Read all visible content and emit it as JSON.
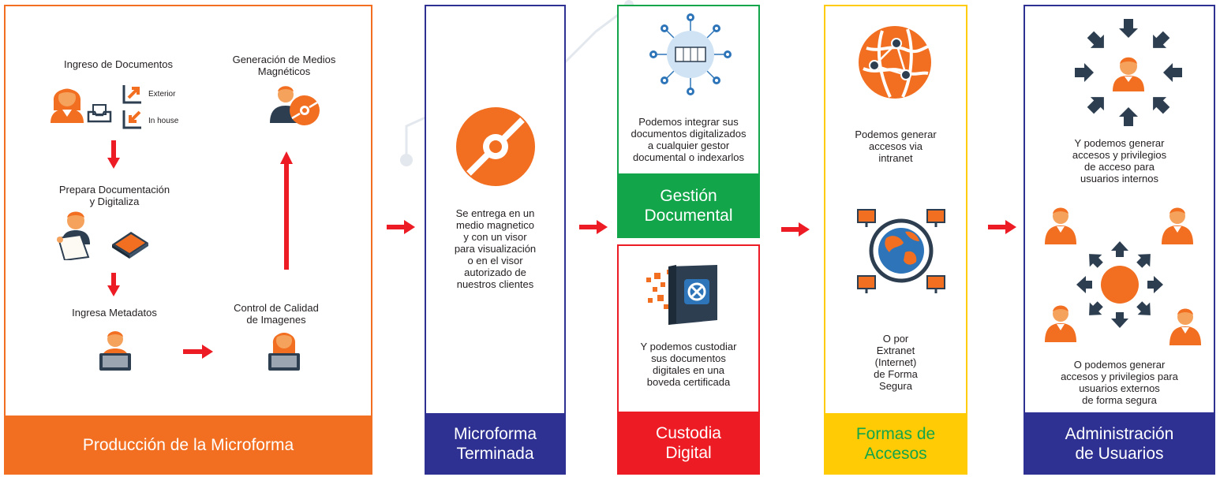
{
  "colors": {
    "orange": "#f26f21",
    "navy": "#2e3192",
    "green": "#13a54a",
    "red": "#ed1c24",
    "yellow": "#ffcb05",
    "skin": "#f5a25d",
    "icon_blue": "#2d75b8"
  },
  "produccion": {
    "title": "Producción de la Microforma",
    "ingreso_label": "Ingreso de Documentos",
    "exterior_label": "Exterior",
    "inhouse_label": "In house",
    "prepara_label": "Prepara Documentación\ny Digitaliza",
    "metadatos_label": "Ingresa Metadatos",
    "control_label": "Control de Calidad\nde Imagenes",
    "generacion_label": "Generación de Medios\nMagnéticos"
  },
  "microforma": {
    "title": "Microforma\nTerminada",
    "text": "Se entrega en un\nmedio magnetico\ny con un visor\npara visualización\no en el visor\nautorizado de\nnuestros clientes"
  },
  "gestion": {
    "title": "Gestión\nDocumental",
    "text": "Podemos integrar sus\ndocumentos digitalizados\na cualquier gestor\ndocumental o indexarlos"
  },
  "custodia": {
    "title": "Custodia\nDigital",
    "text": "Y podemos custodiar\nsus documentos\ndigitales en una\nboveda certificada"
  },
  "accesos": {
    "title": "Formas de\nAccesos",
    "text_top": "Podemos generar\naccesos via\nintranet",
    "text_bottom": "O por\nExtranet\n(Internet)\nde Forma\nSegura"
  },
  "administracion": {
    "title": "Administración\nde Usuarios",
    "text_top": "Y podemos generar\naccesos y privilegios\nde acceso para\nusuarios internos",
    "text_bottom": "O podemos generar\naccesos y privilegios para\nusuarios externos\nde forma segura"
  }
}
